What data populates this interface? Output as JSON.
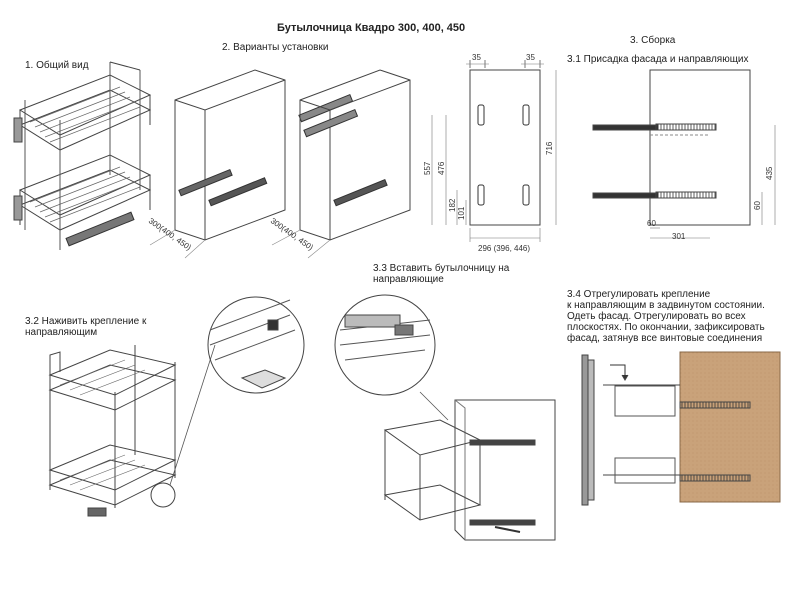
{
  "title": "Бутылочница Квадро 300, 400, 450",
  "sections": {
    "s1": "1. Общий вид",
    "s2": "2. Варианты установки",
    "s3": "3. Сборка",
    "s31": "3.1 Присадка фасада и направляющих",
    "s32_line1": "3.2 Наживить крепление к",
    "s32_line2": "направляющим",
    "s33_line1": "3.3 Вставить бутылочницу на",
    "s33_line2": "направляющие",
    "s34_line1": "3.4 Отрегулировать крепление",
    "s34_line2": "к направляющим в задвинутом состоянии.",
    "s34_line3": "Одеть фасад. Отрегулировать во всех",
    "s34_line4": "плоскостях. По окончании, зафиксировать",
    "s34_line5": "фасад, затянув все винтовые соединения"
  },
  "dims": {
    "width_a": "300(400, 450)",
    "width_b": "300(400, 450)",
    "d35_left": "35",
    "d35_right": "35",
    "d557": "557",
    "d476": "476",
    "d182": "182",
    "d101": "101",
    "d716": "716",
    "d296": "296 (396, 446)",
    "d435": "435",
    "d60_left": "60",
    "d60_right": "60",
    "d301": "301"
  }
}
